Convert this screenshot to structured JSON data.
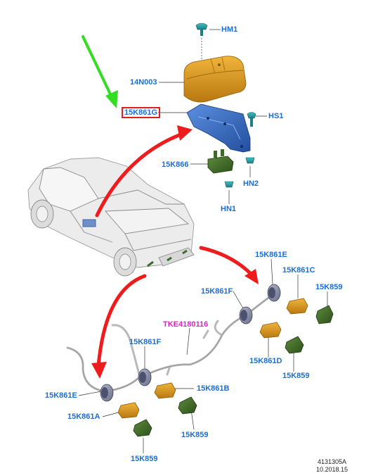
{
  "diagram": {
    "labels": {
      "hm1": "HM1",
      "p14n003": "14N003",
      "p15k861g": "15K861G",
      "hs1": "HS1",
      "p15k866": "15K866",
      "hn2": "HN2",
      "hn1": "HN1",
      "p15k861e_r": "15K861E",
      "p15k861c": "15K861C",
      "p15k861f_r": "15K861F",
      "p15k859_r1": "15K859",
      "tke": "TKE4180116",
      "p15k861f_l": "15K861F",
      "p15k861d": "15K861D",
      "p15k859_r2": "15K859",
      "p15k861e_l": "15K861E",
      "p15k861b": "15K861B",
      "p15k861a": "15K861A",
      "p15k859_l1": "15K859",
      "p15k859_l2": "15K859"
    },
    "footer": {
      "ref": "4131305A",
      "date": "10.2018.15"
    },
    "colors": {
      "label_blue": "#1a6fd6",
      "label_magenta": "#e020c8",
      "highlight_red": "#e02020",
      "arrow_red": "#ee1c1c",
      "arrow_green": "#33dd22",
      "module_blue": "#3a6fc9",
      "cover_orange": "#d99a1e",
      "connector_green": "#3f6a2a",
      "sensor_gray": "#8a8fa8"
    }
  }
}
